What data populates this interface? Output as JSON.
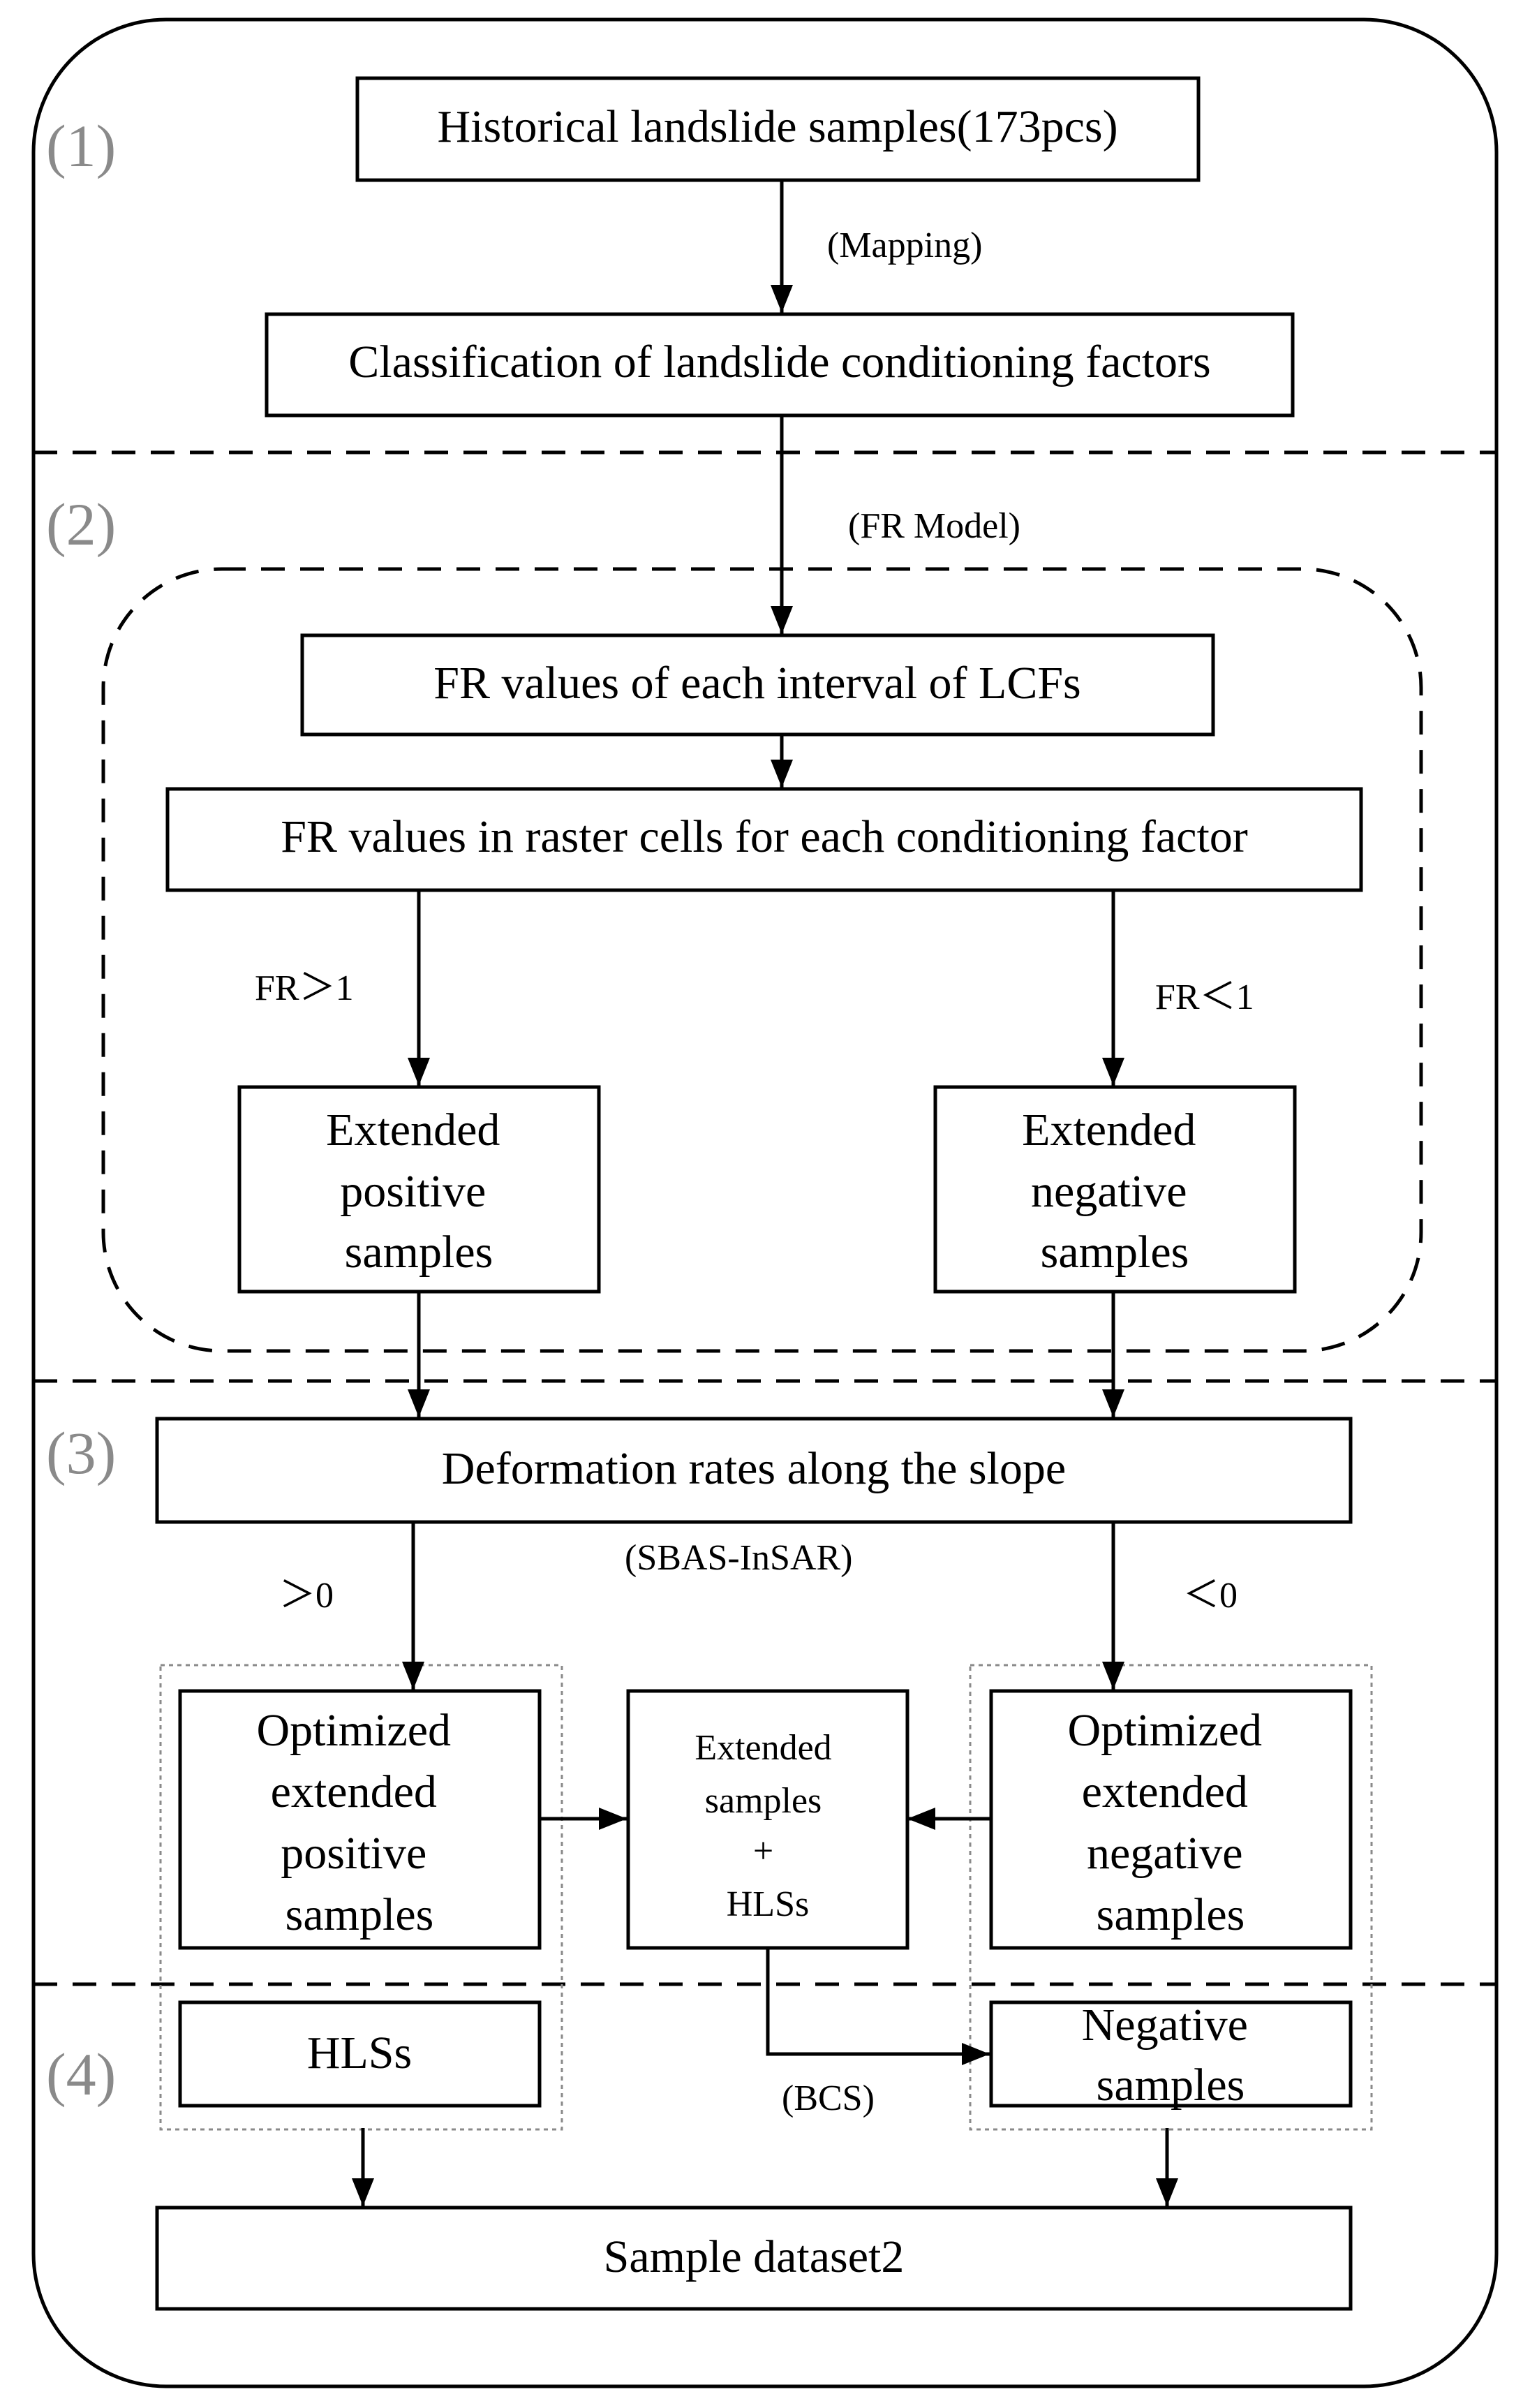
{
  "sections": [
    "(1)",
    "(2)",
    "(3)",
    "(4)"
  ],
  "boxes": {
    "historical": "Historical landslide samples(173pcs)",
    "classification": "Classification of landslide conditioning factors",
    "fr_values_interval": "FR values of each interval of LCFs",
    "fr_values_raster": "FR values in raster cells for each conditioning factor",
    "ext_positive": [
      "Extended",
      "positive",
      "samples"
    ],
    "ext_negative": [
      "Extended",
      "negative",
      "samples"
    ],
    "deformation": "Deformation rates along the slope",
    "opt_positive": [
      "Optimized",
      "extended",
      "positive",
      "samples"
    ],
    "ext_hls": [
      "Extended",
      "samples",
      "+",
      "HLSs"
    ],
    "opt_negative": [
      "Optimized",
      "extended",
      "negative",
      "samples"
    ],
    "hlss": "HLSs",
    "negative_samples": [
      "Negative",
      "samples"
    ],
    "sample_dataset": "Sample dataset2"
  },
  "labels": {
    "mapping": "(Mapping)",
    "fr_model": "(FR Model)",
    "fr_gt": "FR＞1",
    "fr_lt": "FR＜1",
    "sbas": "(SBAS-InSAR)",
    "gt0": "＞0",
    "lt0": "＜0",
    "bcs": "(BCS)"
  }
}
